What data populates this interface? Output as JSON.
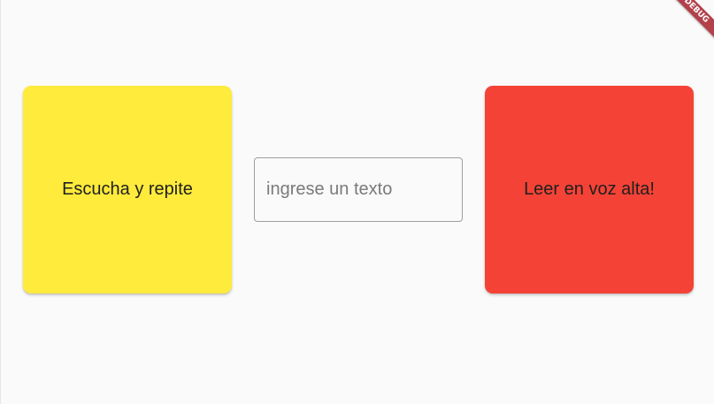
{
  "app": {
    "background": "#fafafa"
  },
  "cards": {
    "left": {
      "label": "Escucha y repite",
      "color": "#ffeb3b"
    },
    "right": {
      "label": "Leer en voz alta!",
      "color": "#f44336"
    }
  },
  "input": {
    "value": "",
    "placeholder": "ingrese un texto"
  },
  "debug_banner": {
    "label": "DEBUG",
    "color": "#b3404a"
  }
}
